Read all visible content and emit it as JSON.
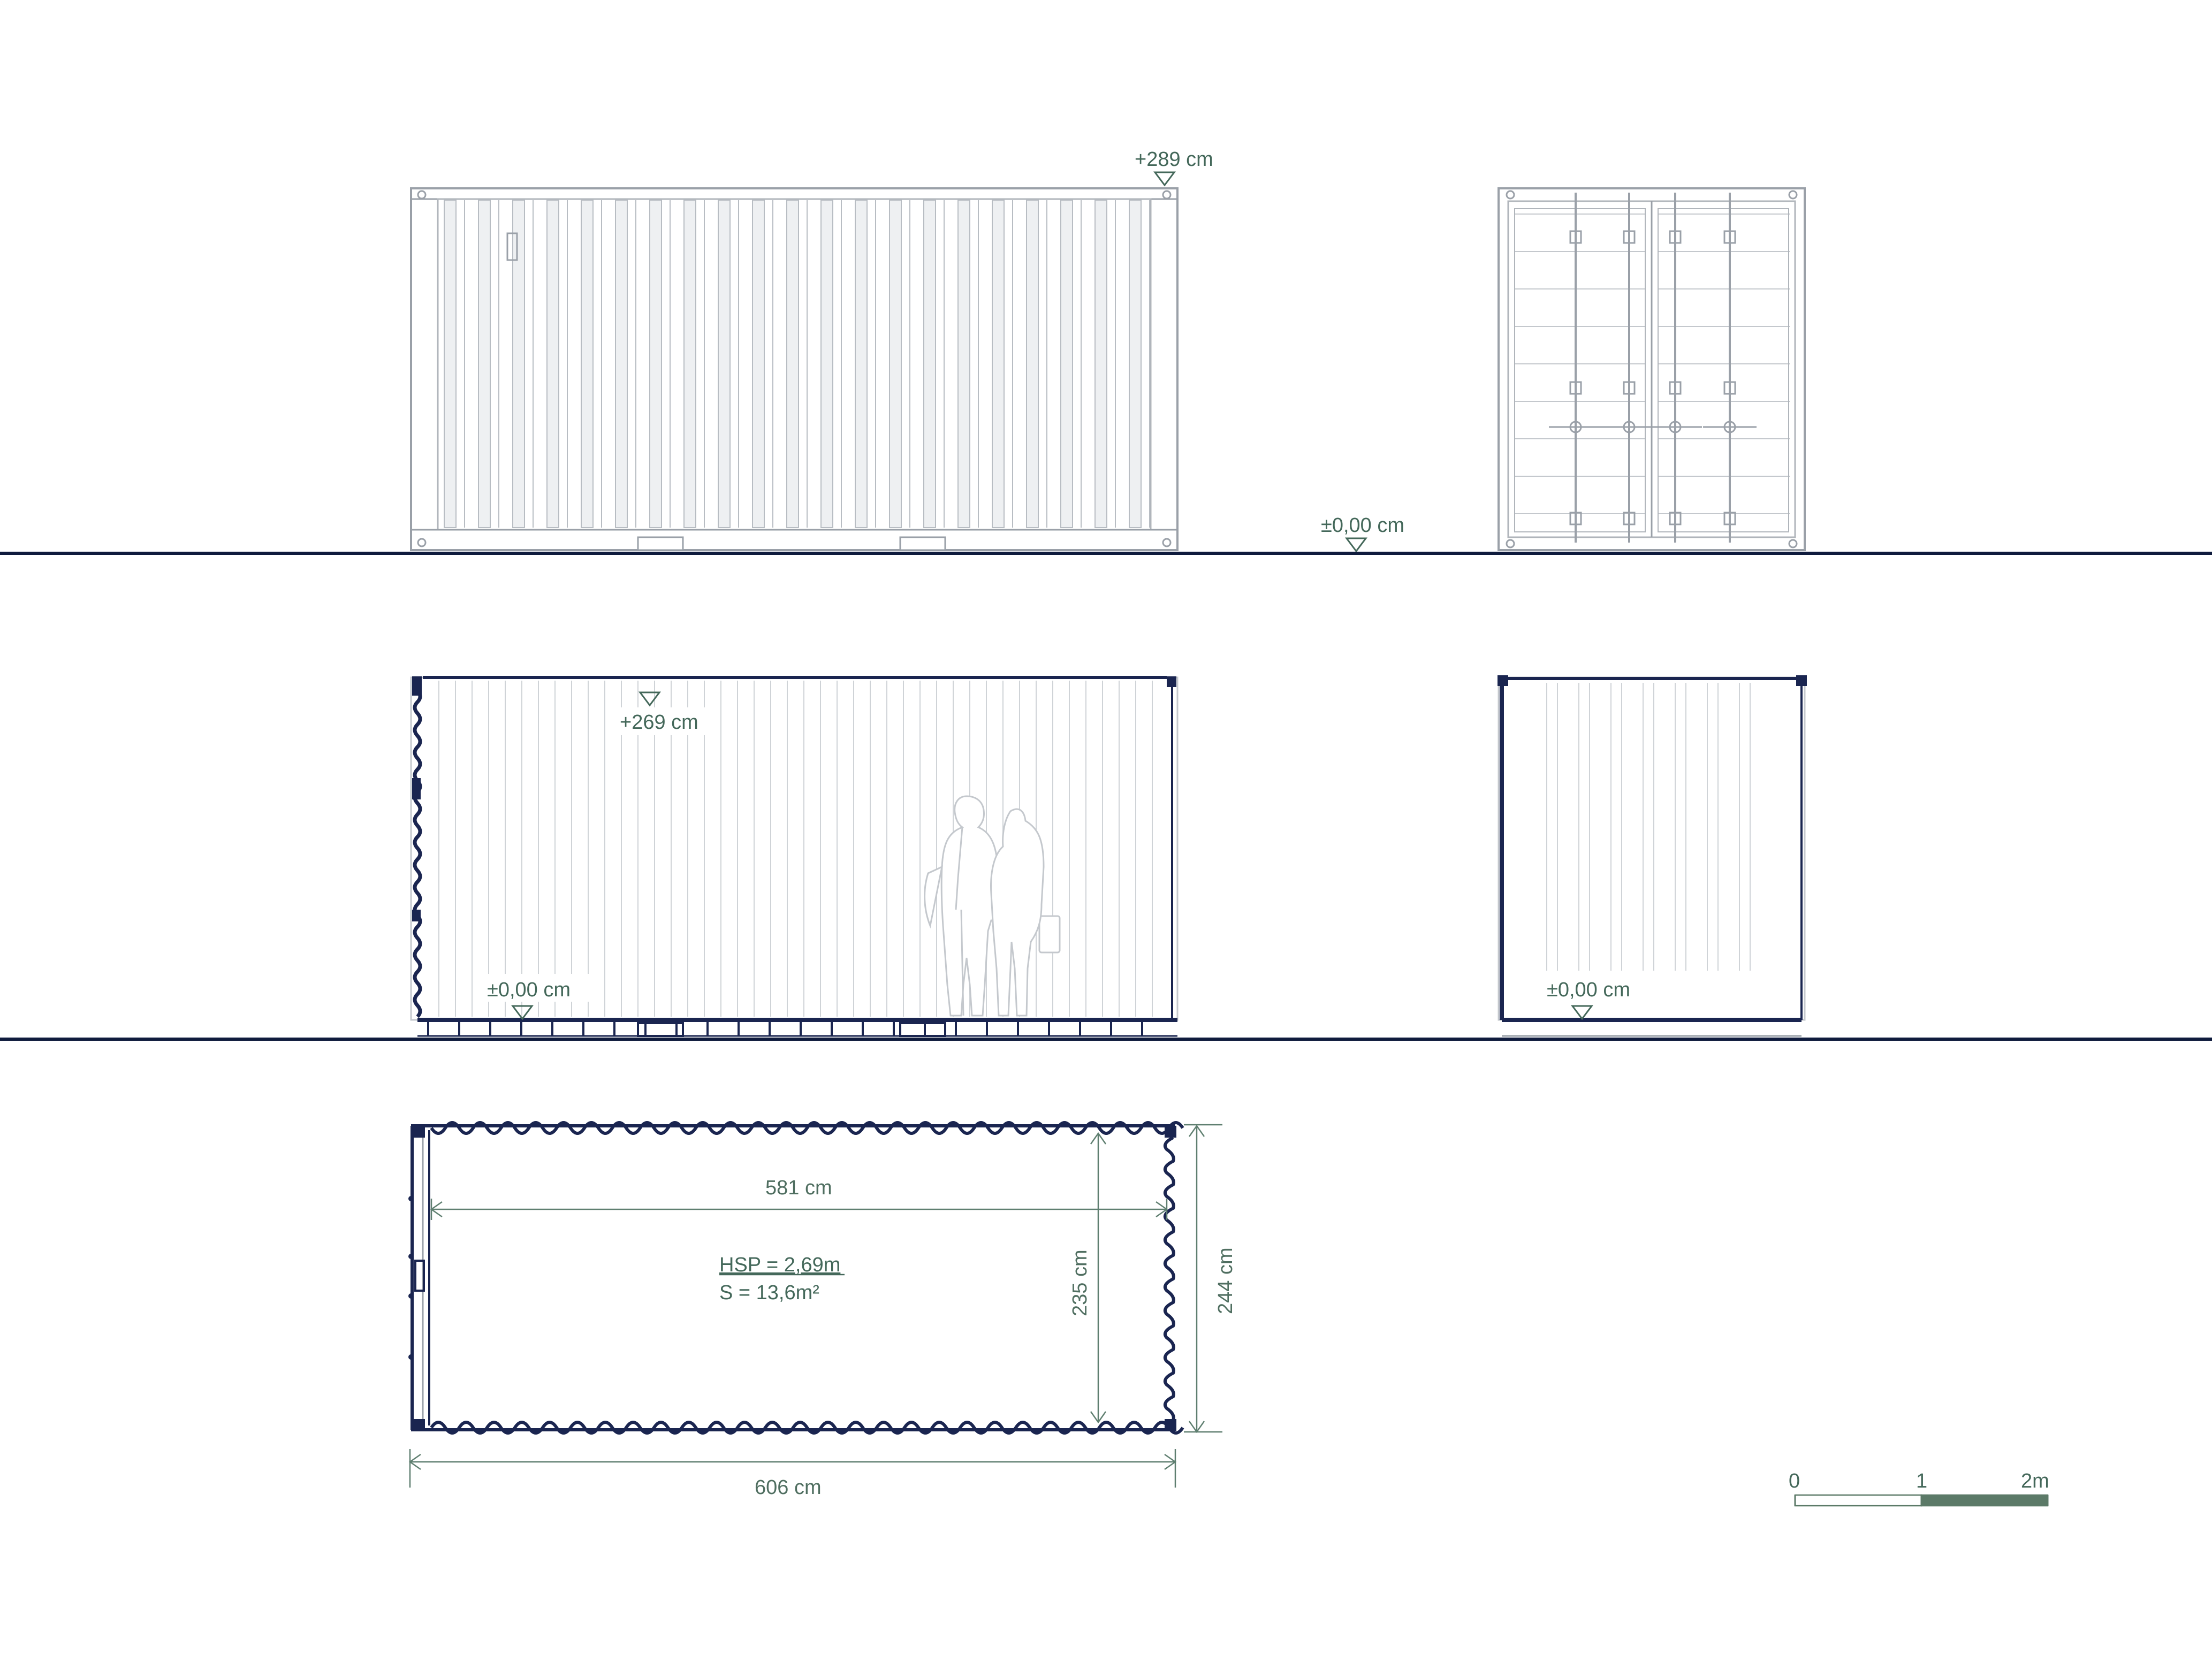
{
  "colors": {
    "ground": "#0f1b3d",
    "section_line": "#1a2550",
    "light_line": "#9aa0a8",
    "faint_line": "#c4c8cd",
    "annotation": "#44685a",
    "dimension": "#5f7f70",
    "scale_dark": "#5c7a68",
    "scale_light": "#ffffff"
  },
  "elevation": {
    "top_level": "+289 cm",
    "ground_level": "±0,00 cm"
  },
  "section": {
    "ceiling_level": "+269 cm",
    "floor_level_side": "±0,00 cm",
    "floor_level_end": "±0,00 cm"
  },
  "plan": {
    "inner_length": "581 cm",
    "inner_width": "235 cm",
    "outer_width": "244 cm",
    "outer_length": "606 cm",
    "hsp": "HSP = 2,69m",
    "surface": "S = 13,6m²"
  },
  "scale_bar": {
    "labels": [
      "0",
      "1",
      "2m"
    ]
  },
  "icons": [
    "level-marker-icon",
    "people-silhouette-icon"
  ]
}
